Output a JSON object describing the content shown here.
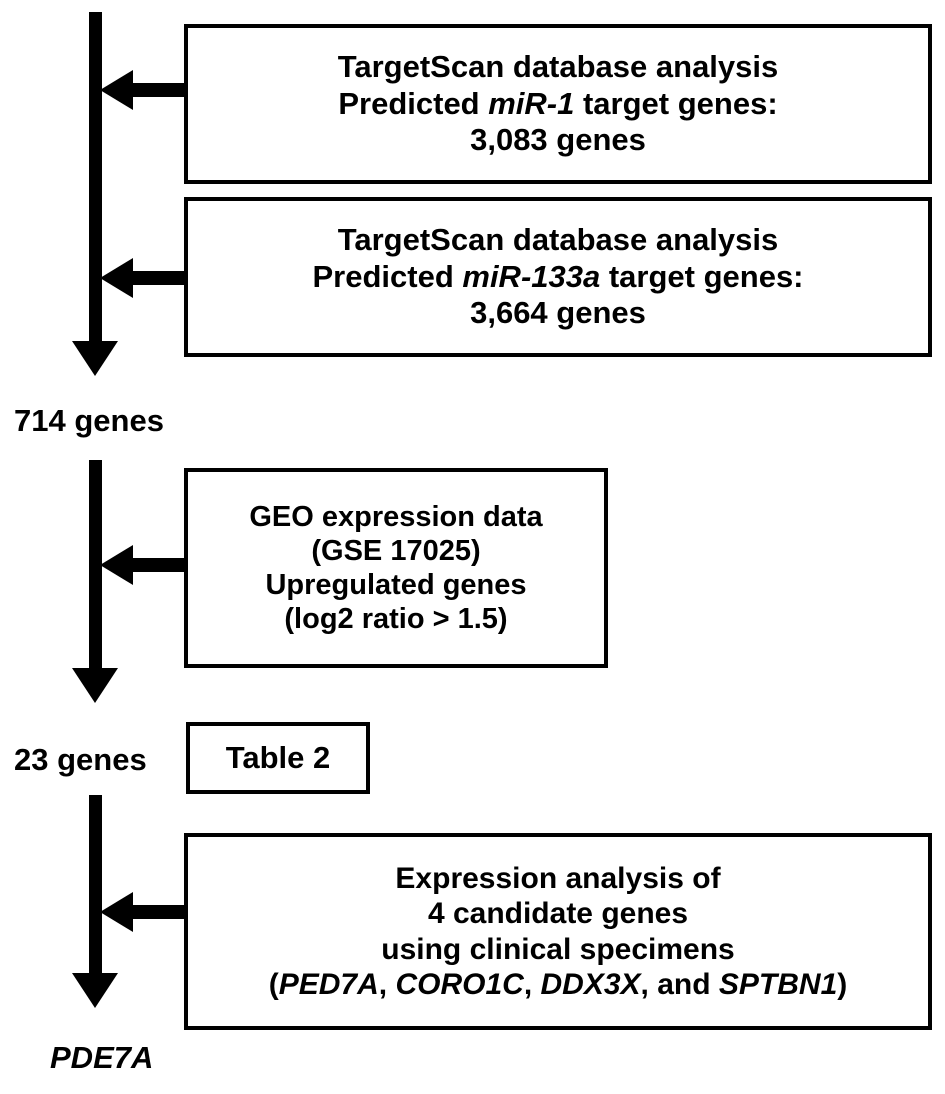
{
  "figure": {
    "type": "flowchart",
    "orientation": "vertical",
    "background": "#ffffff",
    "ink_color": "#000000"
  },
  "boxes": {
    "targetscan_mir1": {
      "line1": "TargetScan database analysis",
      "line2_prefix": "Predicted ",
      "line2_gene": "miR-1",
      "line2_suffix": " target genes:",
      "line3": "3,083 genes"
    },
    "targetscan_mir133a": {
      "line1": "TargetScan database analysis",
      "line2_prefix": "Predicted ",
      "line2_gene": "miR-133a",
      "line2_suffix": " target genes:",
      "line3": "3,664 genes"
    },
    "geo_expression": {
      "line1": "GEO expression data",
      "line2": "(GSE 17025)",
      "line3": "Upregulated genes",
      "line4": "(log2 ratio > 1.5)"
    },
    "table_ref": {
      "label": "Table 2"
    },
    "expression_analysis": {
      "line1": "Expression analysis of",
      "line2": "4 candidate genes",
      "line3": "using clinical specimens",
      "line4_open": "(",
      "line4_gene1": "PED7A",
      "line4_sep1": ", ",
      "line4_gene2": "CORO1C",
      "line4_sep2": ", ",
      "line4_gene3": "DDX3X",
      "line4_sep3": ", and ",
      "line4_gene4": "SPTBN1",
      "line4_close": ")"
    }
  },
  "stage_labels": {
    "after_targetscan": "714 genes",
    "after_geo": "23 genes",
    "final_gene": "PDE7A"
  },
  "arrows": {
    "into_mir1_box": "left-pointing-arrow",
    "into_mir133a_box": "left-pointing-arrow",
    "into_geo_box": "left-pointing-arrow",
    "into_expression_box": "left-pointing-arrow",
    "stem_1": "down-pointing-arrow",
    "stem_2": "down-pointing-arrow",
    "stem_3": "down-pointing-arrow"
  }
}
